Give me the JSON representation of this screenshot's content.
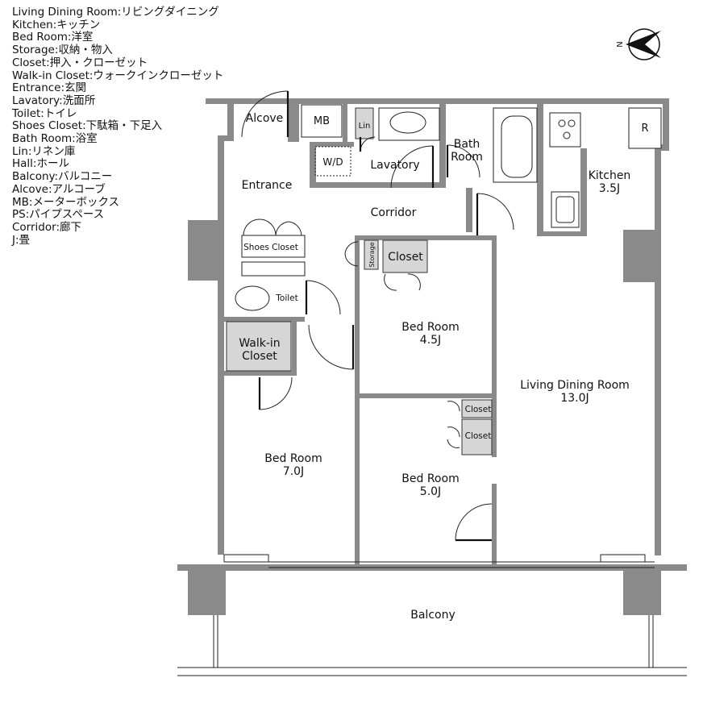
{
  "legend": [
    "Living Dining Room:リビングダイニング",
    "Kitchen:キッチン",
    "Bed Room:洋室",
    "Storage:収納・物入",
    "Closet:押入・クローゼット",
    "Walk-in Closet:ウォークインクローゼット",
    "Entrance:玄関",
    "Lavatory:洗面所",
    "Toilet:トイレ",
    "Shoes Closet:下駄箱・下足入",
    "Bath Room:浴室",
    "Lin:リネン庫",
    "Hall:ホール",
    "Balcony:バルコニー",
    "Alcove:アルコーブ",
    "MB:メーターボックス",
    "PS:パイプスペース",
    "Corridor:廊下",
    "J:畳"
  ],
  "compass": {
    "label": "N"
  },
  "rooms": {
    "alcove": "Alcove",
    "mb": "MB",
    "lin": "Lin",
    "bath_line1": "Bath",
    "bath_line2": "Room",
    "wd": "W/D",
    "lavatory": "Lavatory",
    "entrance": "Entrance",
    "corridor": "Corridor",
    "kitchen": "Kitchen",
    "kitchen_size": "3.5J",
    "fridge": "R",
    "shoes_closet": "Shoes Closet",
    "storage": "Storage",
    "closet_main": "Closet",
    "toilet": "Toilet",
    "walkin_line1": "Walk-in",
    "walkin_line2": "Closet",
    "bed_small": "Bed Room",
    "bed_small_size": "4.5J",
    "closet_a": "Closet",
    "closet_b": "Closet",
    "ldr": "Living Dining Room",
    "ldr_size": "13.0J",
    "bed_left": "Bed Room",
    "bed_left_size": "7.0J",
    "bed_mid": "Bed Room",
    "bed_mid_size": "5.0J",
    "balcony": "Balcony"
  }
}
